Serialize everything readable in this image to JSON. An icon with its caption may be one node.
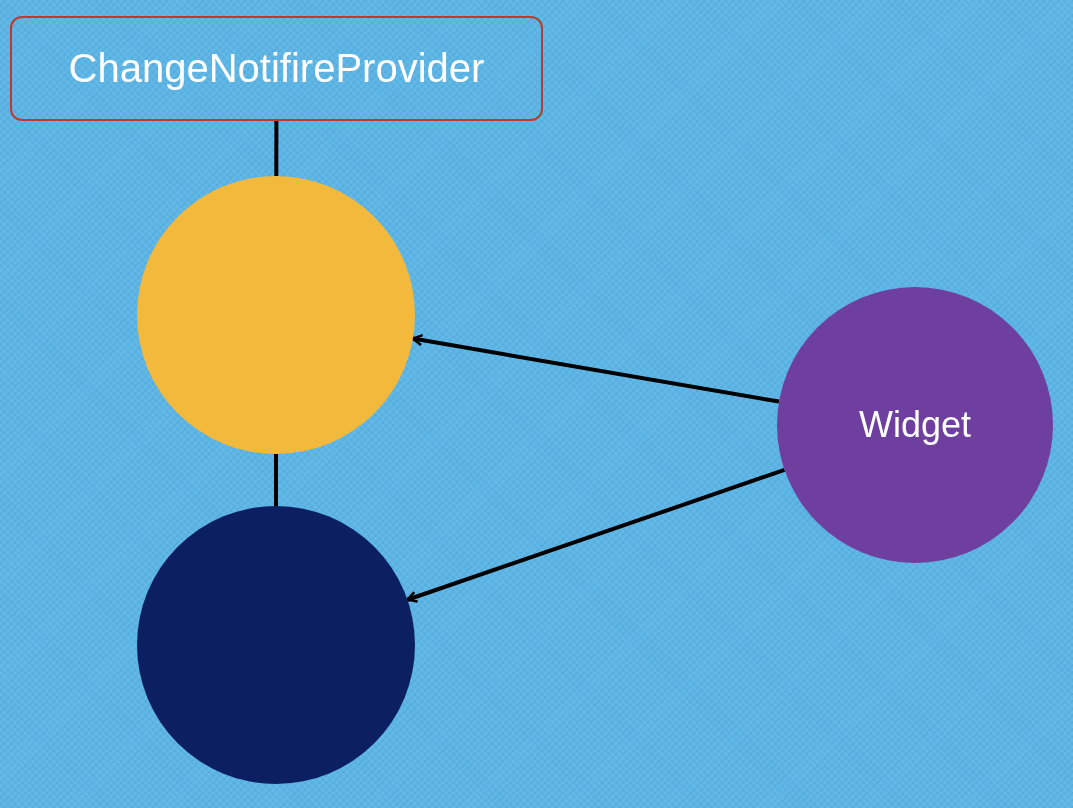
{
  "diagram": {
    "nodes": [
      {
        "text": [
          "ChangeNotifireProvider"
        ]
      },
      {
        "text": [],
        "shape": "circle"
      },
      {
        "text": [],
        "shape": "circle"
      },
      {
        "text": [
          "Widget"
        ]
      }
    ],
    "edges": [
      {
        "from": 0,
        "to": 1,
        "arrow": "none"
      },
      {
        "from": 1,
        "to": 2,
        "arrow": "none"
      },
      {
        "from": 3,
        "to": 1,
        "arrow": "to"
      },
      {
        "from": 3,
        "to": 2,
        "arrow": "to"
      }
    ]
  }
}
